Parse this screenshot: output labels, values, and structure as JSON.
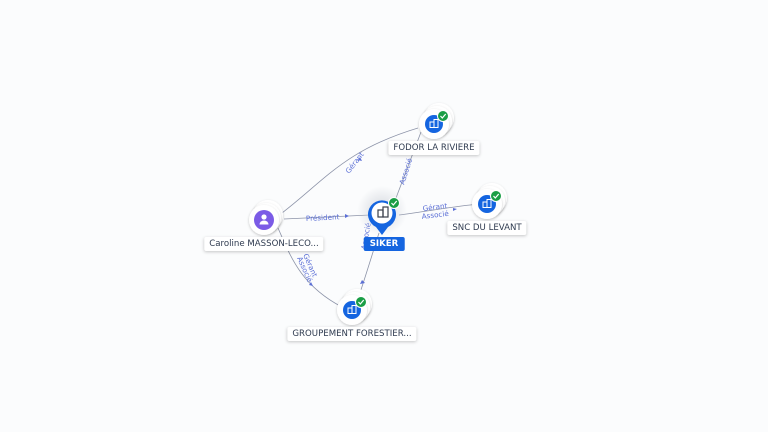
{
  "nodes": {
    "focus": {
      "label": "SIKER",
      "icon": "building-icon",
      "verified": true
    },
    "person": {
      "label": "Caroline MASSON-LECO...",
      "icon": "person-icon"
    },
    "fodor": {
      "label": "FODOR LA RIVIERE",
      "icon": "building-icon",
      "verified": true
    },
    "snc": {
      "label": "SNC DU LEVANT",
      "icon": "building-icon",
      "verified": true
    },
    "groupement": {
      "label": "GROUPEMENT FORESTIER...",
      "icon": "building-icon",
      "verified": true
    }
  },
  "edges": {
    "person_fodor": "Gérant",
    "person_focus": "Président",
    "person_groupement_1": "Gérant",
    "person_groupement_2": "Associé",
    "focus_fodor": "Associé",
    "focus_snc_1": "Gérant",
    "focus_snc_2": "Associé",
    "focus_groupement": "Associé"
  },
  "colors": {
    "primary": "#1565e0",
    "person": "#7b5be6",
    "verified": "#1a9e45",
    "edge": "#8c93a8",
    "edge_label": "#5b6fd6"
  }
}
